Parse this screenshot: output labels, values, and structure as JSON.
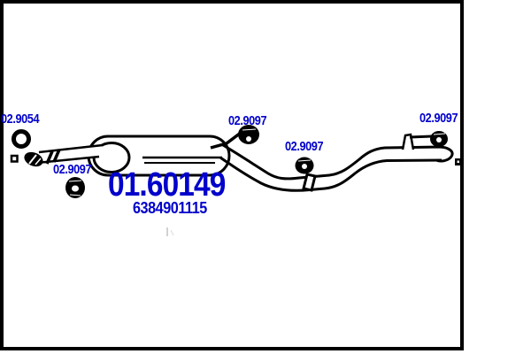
{
  "canvas": {
    "background": "#ffffff",
    "frame_color": "#000000",
    "line_color": "#000000",
    "label_color": "#0101cb"
  },
  "part_labels": {
    "gasket": "02.9054",
    "hanger_front": "02.9097",
    "hanger_mid_left": "02.9097",
    "hanger_mid_right": "02.9097",
    "hanger_rear": "02.9097",
    "main_part_number": "01.60149",
    "oem_reference": "6384901115"
  }
}
